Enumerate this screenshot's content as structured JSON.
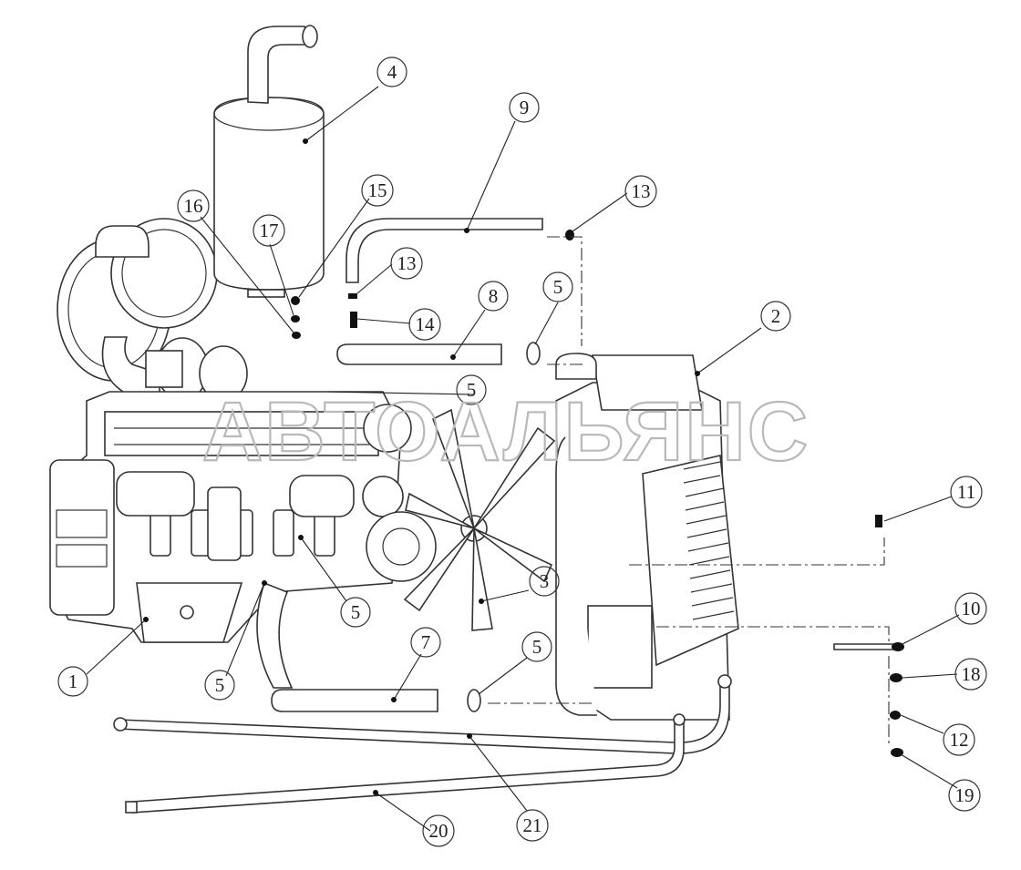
{
  "watermark": "АВТОАЛЬЯНС",
  "callouts": [
    "1",
    "2",
    "3",
    "4",
    "5",
    "5",
    "5",
    "5",
    "5",
    "7",
    "8",
    "9",
    "10",
    "11",
    "12",
    "13",
    "13",
    "14",
    "15",
    "16",
    "17",
    "18",
    "19",
    "20",
    "21"
  ],
  "parts": {
    "engine": "1",
    "radiator": "2",
    "fan": "3",
    "muffler": "4",
    "clamp": "5",
    "lower_hose": "7",
    "upper_hose": "8",
    "overflow_pipe": "9",
    "bracket": "10",
    "bolt_11": "11",
    "nut_12": "12",
    "fitting_13": "13",
    "fitting_14": "14",
    "fastener_15": "15",
    "fastener_16": "16",
    "fastener_17": "17",
    "washer_18": "18",
    "washer_19": "19",
    "long_pipe_20": "20",
    "pipe_21": "21"
  }
}
